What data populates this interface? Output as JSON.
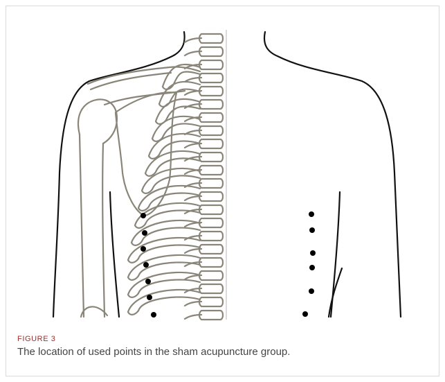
{
  "figure": {
    "label": "FIGURE 3",
    "caption": "The location of used points in the sham acupuncture group."
  },
  "illustration": {
    "subject": "human-back-anatomy",
    "left_half": "skeleton",
    "right_half": "outline",
    "left_point_count": 7,
    "right_point_count": 6,
    "colors": {
      "outline": "#111111",
      "bone": "#8a8579",
      "point": "#000000",
      "label": "#9c2d2d"
    }
  }
}
